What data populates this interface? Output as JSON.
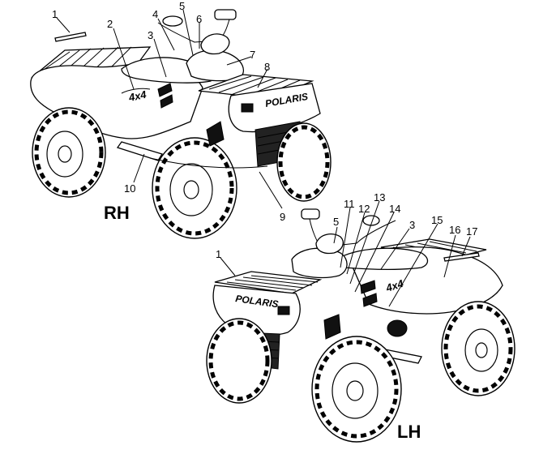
{
  "views": {
    "rh": {
      "label": "RH"
    },
    "lh": {
      "label": "LH"
    }
  },
  "decals": {
    "brand": "POLARIS",
    "model": "4x4"
  },
  "callouts_rh": [
    "1",
    "2",
    "3",
    "4",
    "5",
    "6",
    "7",
    "8",
    "9",
    "10"
  ],
  "callouts_lh": [
    "1",
    "3",
    "5",
    "11",
    "12",
    "13",
    "14",
    "15",
    "16",
    "17"
  ]
}
